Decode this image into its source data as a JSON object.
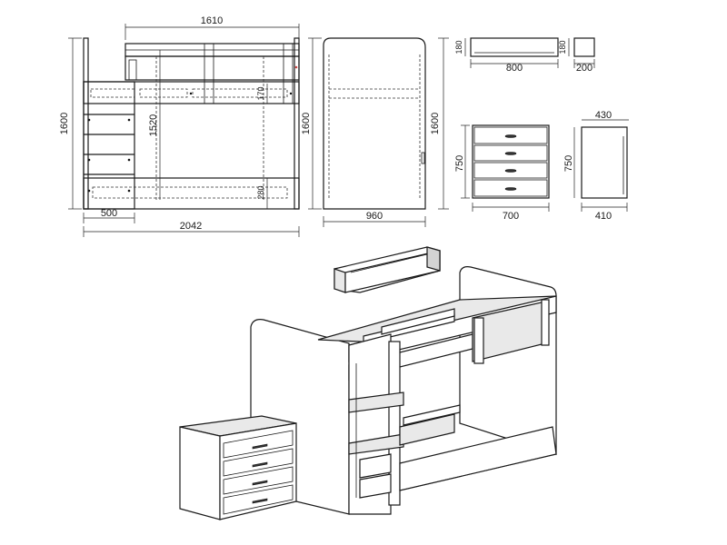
{
  "dimensions": {
    "bed_front": {
      "total_width": "1610",
      "height": "1600",
      "inner_height": "1520",
      "upper_rail": "170",
      "lower_rail": "280",
      "steps_width": "500",
      "overall_length": "2042"
    },
    "bed_side": {
      "height": "1600",
      "width": "960",
      "height_right": "1600"
    },
    "shelf": {
      "height": "180",
      "width": "800",
      "side_height": "180",
      "depth": "200"
    },
    "chest": {
      "height": "750",
      "width": "700",
      "side_height": "750",
      "depth_top": "430",
      "depth_bottom": "410"
    }
  },
  "colors": {
    "line": "#1a1a1a",
    "panel_light": "#e9e9e9",
    "panel_dark": "#d3d3d3"
  }
}
